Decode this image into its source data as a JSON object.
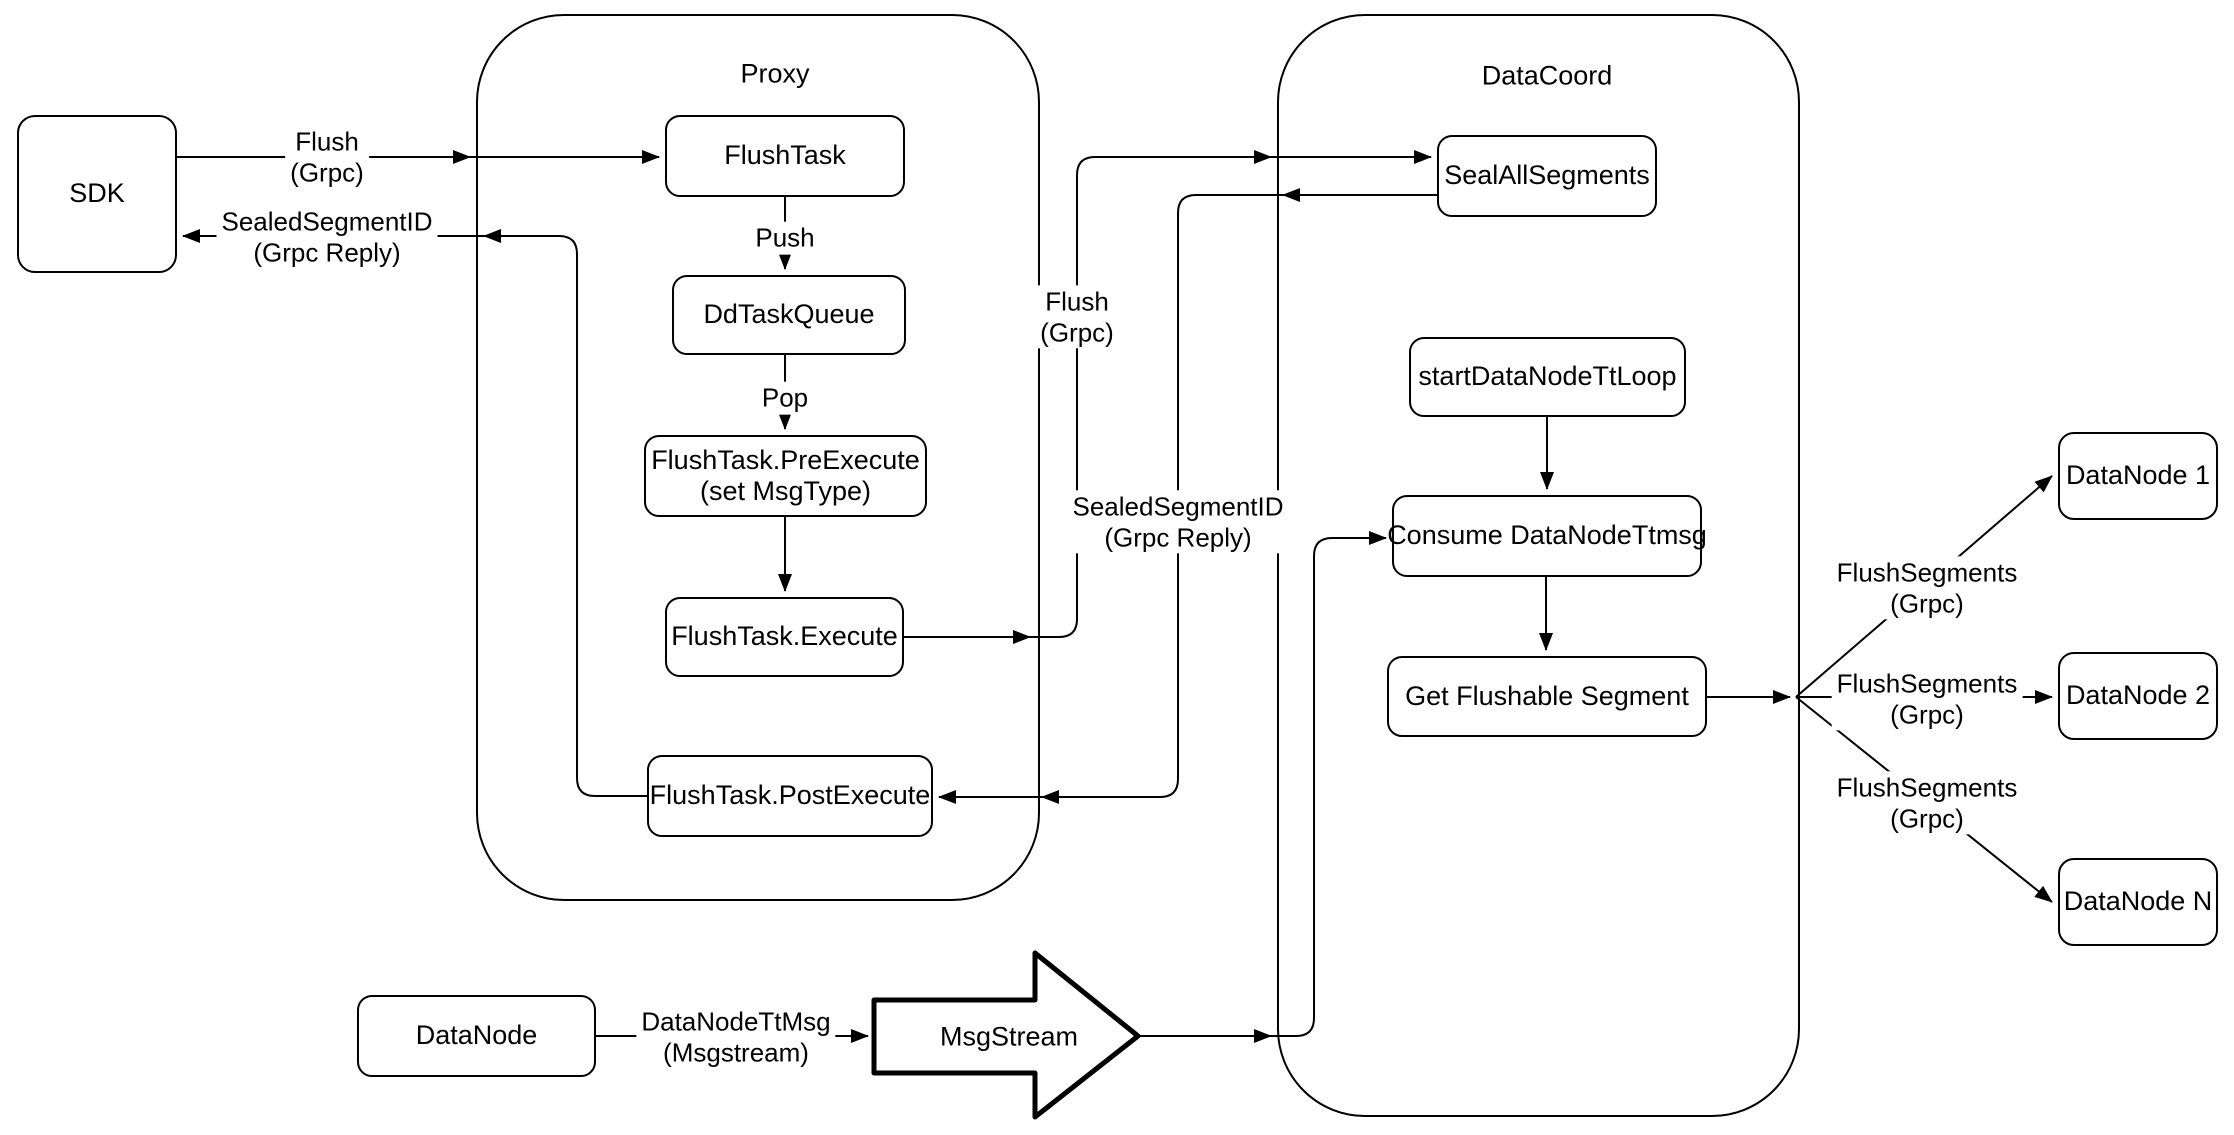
{
  "diagram": {
    "containers": {
      "proxy": {
        "title": "Proxy"
      },
      "datacoord": {
        "title": "DataCoord"
      }
    },
    "nodes": {
      "sdk": {
        "label": "SDK"
      },
      "flush_task": {
        "label": "FlushTask"
      },
      "dd_task_queue": {
        "label": "DdTaskQueue"
      },
      "pre_execute": {
        "label": "FlushTask.PreExecute",
        "sublabel": "(set MsgType)"
      },
      "execute": {
        "label": "FlushTask.Execute"
      },
      "post_execute": {
        "label": "FlushTask.PostExecute"
      },
      "seal_all_segments": {
        "label": "SealAllSegments"
      },
      "start_datanode_tt_loop": {
        "label": "startDataNodeTtLoop"
      },
      "consume_datanode_ttmsg": {
        "label": "Consume DataNodeTtmsg"
      },
      "get_flushable_segment": {
        "label": "Get Flushable Segment"
      },
      "datanode_1": {
        "label": "DataNode 1"
      },
      "datanode_2": {
        "label": "DataNode 2"
      },
      "datanode_n": {
        "label": "DataNode N"
      },
      "datanode": {
        "label": "DataNode"
      },
      "msgstream": {
        "label": "MsgStream"
      }
    },
    "edge_labels": {
      "flush_sdk": {
        "line1": "Flush",
        "line2": "(Grpc)"
      },
      "reply_sdk": {
        "line1": "SealedSegmentID",
        "line2": "(Grpc Reply)"
      },
      "push": {
        "line1": "Push"
      },
      "pop": {
        "line1": "Pop"
      },
      "flush_dc": {
        "line1": "Flush",
        "line2": "(Grpc)"
      },
      "reply_dc": {
        "line1": "SealedSegmentID",
        "line2": "(Grpc Reply)"
      },
      "flush_segments_1": {
        "line1": "FlushSegments",
        "line2": "(Grpc)"
      },
      "flush_segments_2": {
        "line1": "FlushSegments",
        "line2": "(Grpc)"
      },
      "flush_segments_3": {
        "line1": "FlushSegments",
        "line2": "(Grpc)"
      },
      "datanode_ttmsg": {
        "line1": "DataNodeTtMsg",
        "line2": "(Msgstream)"
      }
    },
    "colors": {
      "stroke": "#000000",
      "fill": "#ffffff"
    }
  }
}
